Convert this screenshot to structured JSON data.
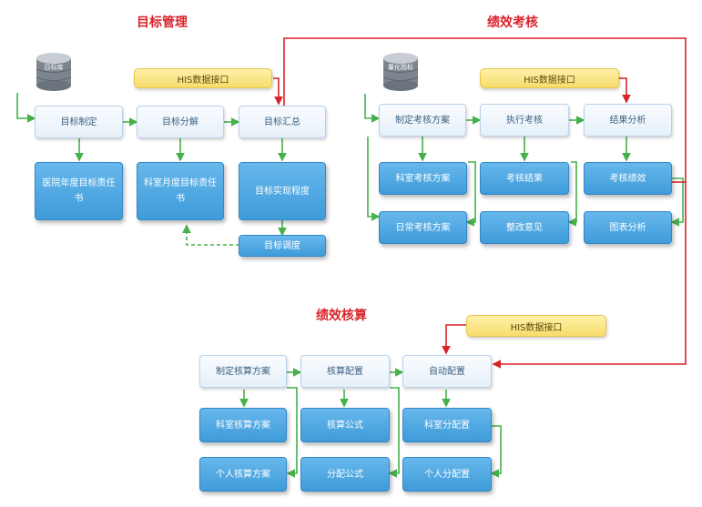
{
  "colors": {
    "title": "#d8232a",
    "flow_green": "#46b04a",
    "data_red": "#d8232a",
    "box_blue": "#4aa5e0",
    "his_yellow": "#f7dc6c"
  },
  "target": {
    "title": "目标管理",
    "db_label": "目标库",
    "his": "HIS数据接口",
    "steps": [
      "目标制定",
      "目标分解",
      "目标汇总"
    ],
    "outputs": [
      "医院年度目标责任书",
      "科室月度目标责任书",
      "目标实现程度",
      "目标调度"
    ]
  },
  "assessment": {
    "title": "绩效考核",
    "db_label": "量化指标",
    "his": "HIS数据接口",
    "steps": [
      "制定考核方案",
      "执行考核",
      "结果分析"
    ],
    "outputs": [
      "科室考核方案",
      "日常考核方案",
      "考核结果",
      "整改意见",
      "考核绩效",
      "图表分析"
    ]
  },
  "accounting": {
    "title": "绩效核算",
    "his": "HIS数据接口",
    "steps": [
      "制定核算方案",
      "核算配置",
      "自动配置"
    ],
    "outputs": [
      "科室核算方案",
      "个人核算方案",
      "核算公式",
      "分配公式",
      "科室分配置",
      "个人分配置"
    ]
  }
}
